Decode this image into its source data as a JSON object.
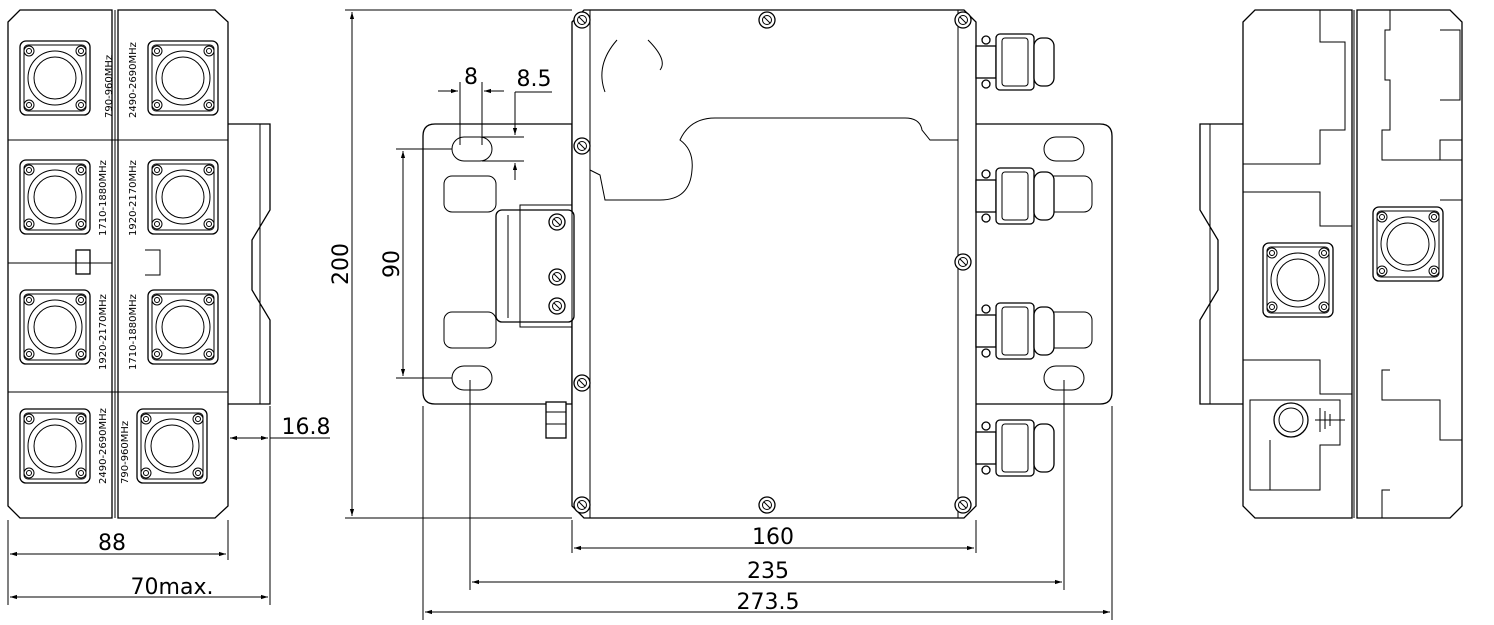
{
  "left_view": {
    "port_labels": [
      "790-960MHz",
      "2490-2690MHz",
      "1710-1880MHz",
      "1920-2170MHz",
      "1920-2170MHz",
      "1710-1880MHz",
      "2490-2690MHz",
      "790-960MHz"
    ],
    "dimensions": {
      "width_88": "88",
      "width_70max": "70max.",
      "offset_16_8": "16.8"
    }
  },
  "middle_view": {
    "dimensions": {
      "height_200": "200",
      "slot_spacing_90": "90",
      "slot_width_8": "8",
      "slot_width_8_5": "8.5",
      "body_160": "160",
      "mount_235": "235",
      "overall_273_5": "273.5"
    }
  }
}
